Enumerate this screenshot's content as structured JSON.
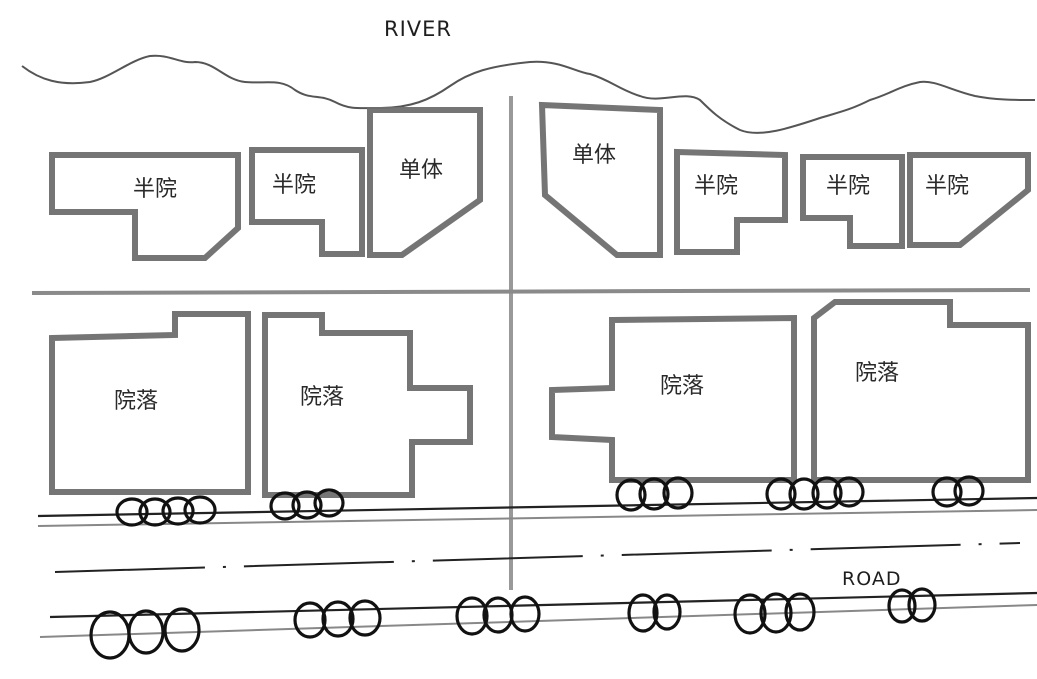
{
  "diagram": {
    "type": "hand-drawn site plan sketch",
    "labels": {
      "river": "RIVER",
      "road": "ROAD"
    },
    "north_row_buildings": [
      {
        "id": "b1",
        "label": "半院",
        "type": "half-courtyard"
      },
      {
        "id": "b2",
        "label": "半院",
        "type": "half-courtyard"
      },
      {
        "id": "b3",
        "label": "单体",
        "type": "single building"
      },
      {
        "id": "b4",
        "label": "单体",
        "type": "single building"
      },
      {
        "id": "b5",
        "label": "半院",
        "type": "half-courtyard"
      },
      {
        "id": "b6",
        "label": "半院",
        "type": "half-courtyard"
      },
      {
        "id": "b7",
        "label": "半院",
        "type": "half-courtyard"
      }
    ],
    "south_row_buildings": [
      {
        "id": "c1",
        "label": "院落",
        "type": "courtyard"
      },
      {
        "id": "c2",
        "label": "院落",
        "type": "courtyard"
      },
      {
        "id": "c3",
        "label": "院落",
        "type": "courtyard"
      },
      {
        "id": "c4",
        "label": "院落",
        "type": "courtyard"
      }
    ],
    "tree_groups": {
      "north_roadside": [
        4,
        3,
        3,
        4,
        2
      ],
      "south_roadside": [
        3,
        3,
        3,
        2,
        3,
        2
      ]
    },
    "colors": {
      "ink": "#1e1e1e",
      "pencil": "#6e6e6e",
      "paper": "#ffffff"
    }
  }
}
